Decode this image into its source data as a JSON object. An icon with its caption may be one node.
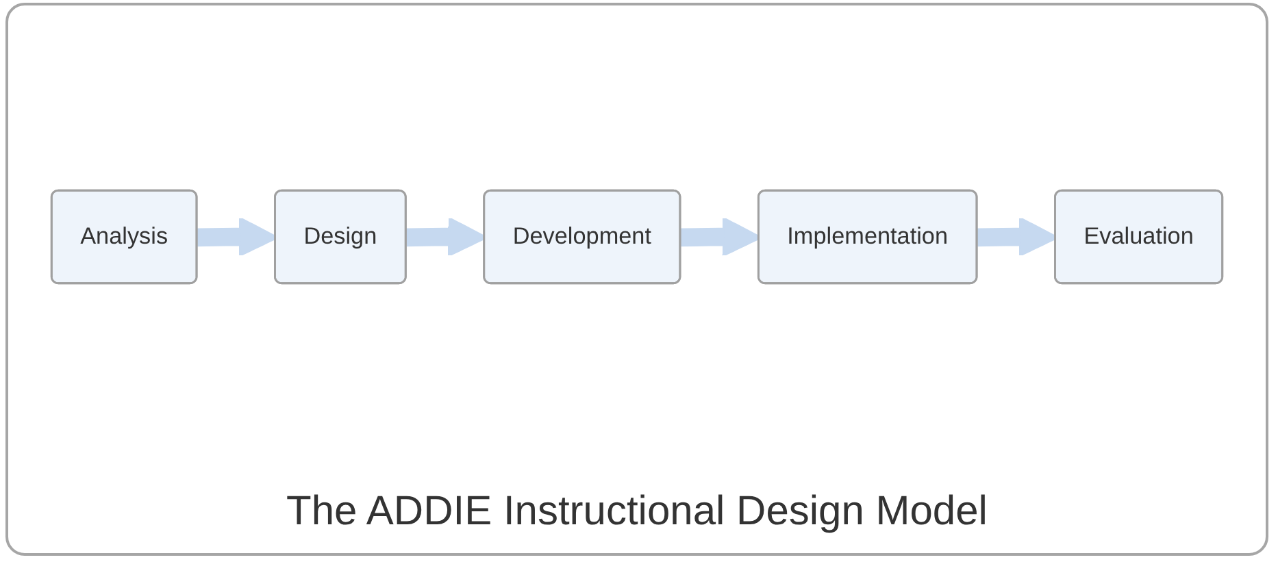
{
  "diagram": {
    "caption": "The ADDIE Instructional Design Model",
    "nodes": [
      {
        "text": [
          "Analysis"
        ]
      },
      {
        "text": [
          "Design"
        ]
      },
      {
        "text": [
          "Development"
        ]
      },
      {
        "text": [
          "Implementation"
        ]
      },
      {
        "text": [
          "Evaluation"
        ]
      }
    ],
    "edges": [
      {
        "from": 0,
        "to": 1,
        "arrow": "to"
      },
      {
        "from": 1,
        "to": 2,
        "arrow": "to"
      },
      {
        "from": 2,
        "to": 3,
        "arrow": "to"
      },
      {
        "from": 3,
        "to": 4,
        "arrow": "to"
      }
    ]
  }
}
